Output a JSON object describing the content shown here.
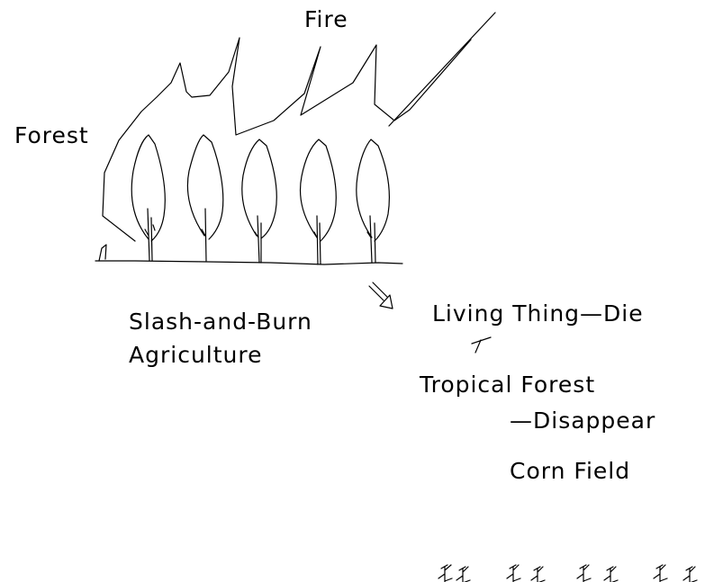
{
  "labels": {
    "fire": "Fire",
    "forest": "Forest",
    "slash_and_burn": "Slash-and-Burn",
    "agriculture": "Agriculture",
    "living_thing": "Living Thing—Die",
    "tropical_forest": "Tropical Forest",
    "disappear": "—Disappear",
    "corn_field": "Corn Field"
  }
}
